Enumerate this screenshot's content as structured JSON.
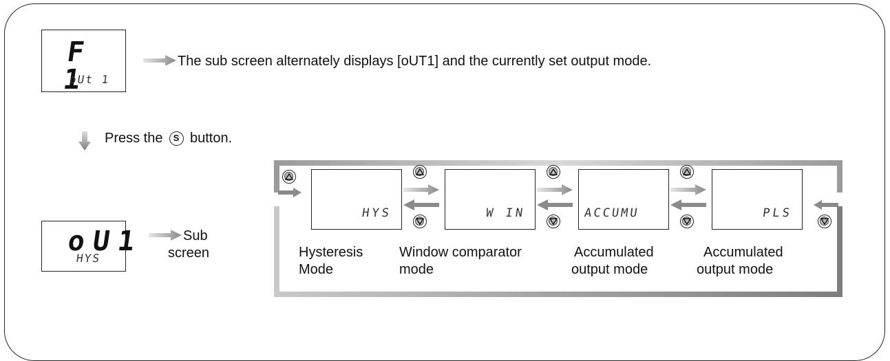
{
  "display_f1": {
    "main": "F 1",
    "sub": "oUt 1"
  },
  "note_out1": "The sub screen alternately displays [oUT1] and the currently set output mode.",
  "press": {
    "before": "Press the",
    "after": "button.",
    "button_glyph": "S"
  },
  "display_out1": {
    "main": "oU1",
    "sub": "HYS"
  },
  "sub_screen": {
    "line1": "Sub",
    "line2": "screen"
  },
  "modes": [
    {
      "display": "HYS",
      "label1": "Hysteresis",
      "label2": "Mode"
    },
    {
      "display": "W IN",
      "label1": "Window comparator",
      "label2": "mode"
    },
    {
      "display": "ACCUMU",
      "label1": "Accumulated",
      "label2": "output mode"
    },
    {
      "display": "PLS",
      "label1": "Accumulated",
      "label2": "output mode"
    }
  ],
  "colors": {
    "arrow_gray": "#8a8a8a",
    "loop_light": "#c8c8c8",
    "loop_dark": "#8c8c8c"
  }
}
